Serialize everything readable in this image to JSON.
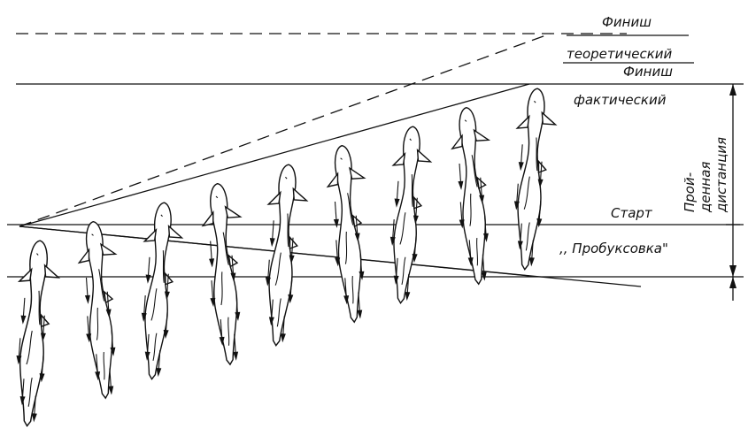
{
  "labels": {
    "finish_top": "Финиш",
    "theoretical": "теоретический",
    "finish_mid": "Финиш",
    "actual": "фактический",
    "start": "Старт",
    "slip": ",, Пробуксовка\"",
    "distance_line1": "Прой-",
    "distance_line2": "денная",
    "distance_line3": "дистанция"
  },
  "diagram": {
    "fish_count": 9
  }
}
